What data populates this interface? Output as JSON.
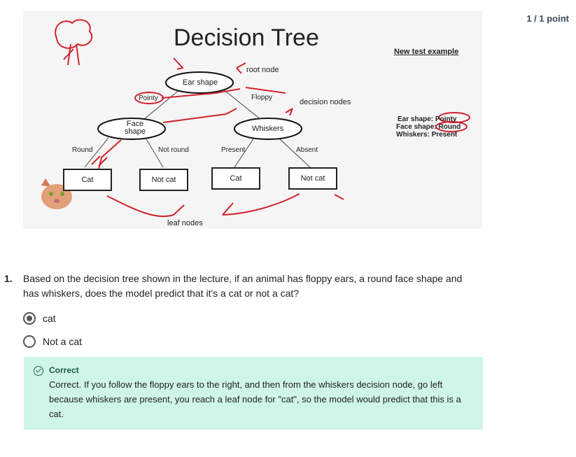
{
  "score": "1 / 1 point",
  "slide": {
    "title": "Decision Tree",
    "root_node_label": "root node",
    "decision_nodes_label": "decision nodes",
    "leaf_nodes_label": "leaf nodes",
    "nodes": {
      "ear_shape": "Ear shape",
      "face_shape_line1": "Face",
      "face_shape_line2": "shape",
      "whiskers": "Whiskers"
    },
    "edges": {
      "pointy": "Pointy",
      "floppy": "Floppy",
      "round": "Round",
      "not_round": "Not round",
      "present": "Present",
      "absent": "Absent"
    },
    "leaves": [
      "Cat",
      "Not cat",
      "Cat",
      "Not cat"
    ],
    "test_example": {
      "title": "New test example",
      "line1": "Ear shape: Pointy",
      "line2": "Face shape: Round",
      "line3": "Whiskers: Present"
    }
  },
  "question": {
    "number": "1.",
    "text": "Based on the decision tree shown in the lecture, if an animal has floppy ears, a round face shape and has whiskers, does the model predict that it's a cat or not a cat?"
  },
  "options": [
    {
      "label": "cat",
      "selected": true
    },
    {
      "label": "Not a cat",
      "selected": false
    }
  ],
  "feedback": {
    "heading": "Correct",
    "text": "Correct. If you follow the floppy ears to the right, and then from the whiskers decision node, go left because whiskers are present, you reach a leaf node for \"cat\", so the model would predict that this is a cat."
  },
  "colors": {
    "feedback_bg": "#cff5e8",
    "annotation_red": "#d0232f",
    "test_example_gold": "#b57c0c"
  }
}
